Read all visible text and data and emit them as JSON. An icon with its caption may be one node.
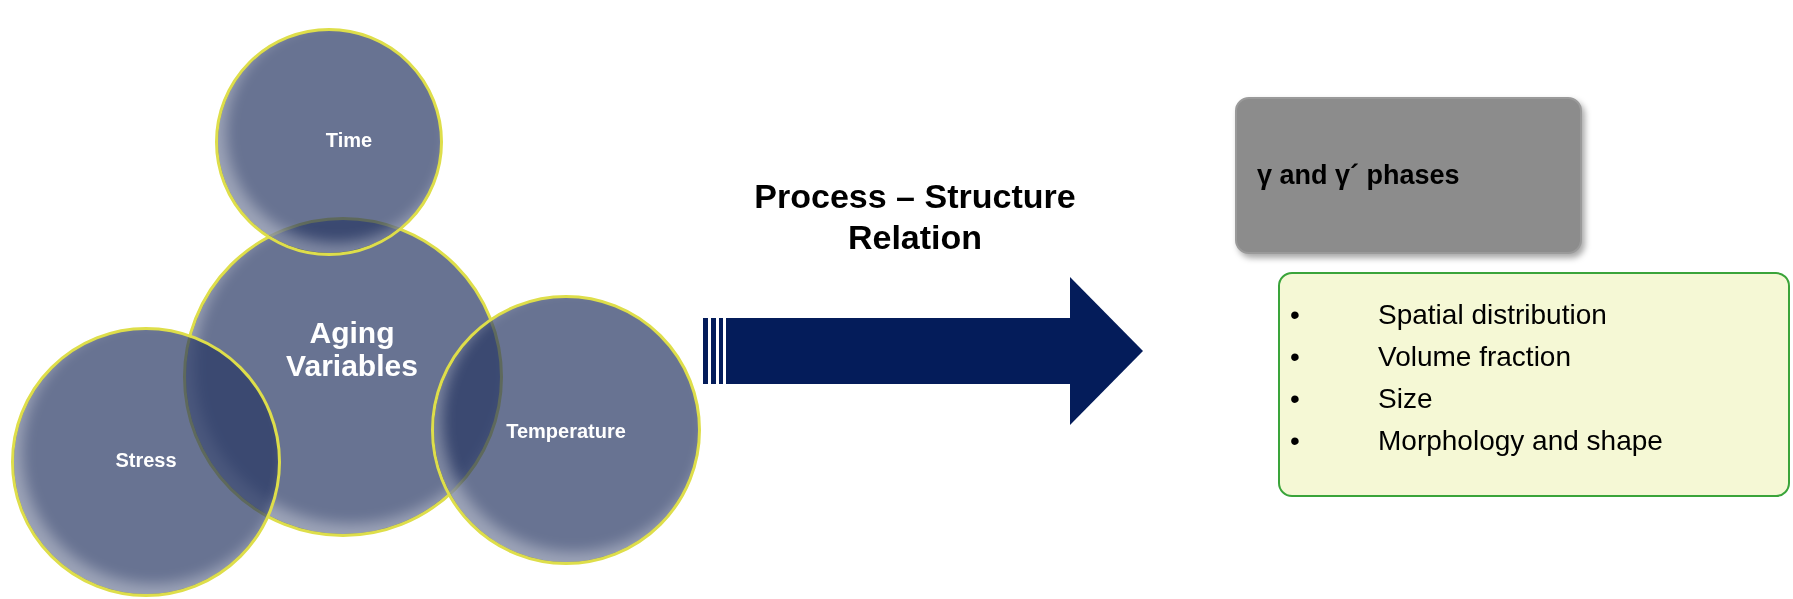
{
  "diagram": {
    "nodes": [
      {
        "text": [
          "Aging Variables"
        ]
      },
      {
        "text": [
          "Time"
        ]
      },
      {
        "text": [
          "Stress"
        ]
      },
      {
        "text": [
          "Temperature"
        ]
      },
      {
        "text": [
          "γ and γ´ phases"
        ]
      },
      {
        "text": [
          "Spatial distribution",
          "Volume fraction",
          "Size",
          "Morphology and shape"
        ]
      }
    ],
    "edges": [
      {
        "from": 3,
        "to": 4,
        "arrow": "to",
        "label": "Process – Structure Relation"
      }
    ],
    "labels": [
      "•",
      "•",
      "•",
      "•"
    ]
  }
}
